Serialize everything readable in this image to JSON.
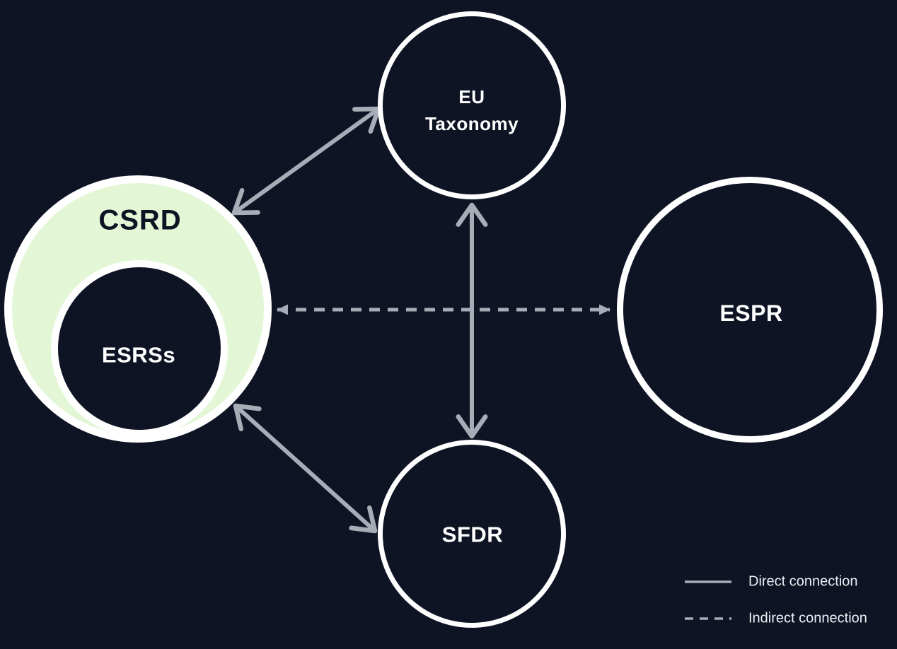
{
  "title": "EU sustainability regulations relationship diagram",
  "colors": {
    "background": "#0E1424",
    "circle_border": "#FFFFFF",
    "csrd_fill": "#E3F7D7",
    "node_fill": "#0E1424",
    "arrow": "#A8ACB6",
    "dark_text": "#0E1323",
    "light_text": "#FFFFFF"
  },
  "nodes": {
    "csrd": {
      "label": "CSRD"
    },
    "esrss": {
      "label": "ESRSs"
    },
    "eu_taxonomy": {
      "label": "EU\nTaxonomy"
    },
    "espr": {
      "label": "ESPR"
    },
    "sfdr": {
      "label": "SFDR"
    }
  },
  "connections": [
    {
      "from": "CSRD",
      "to": "EU Taxonomy",
      "type": "direct"
    },
    {
      "from": "EU Taxonomy",
      "to": "SFDR",
      "type": "direct"
    },
    {
      "from": "ESRSs",
      "to": "SFDR",
      "type": "direct"
    },
    {
      "from": "CSRD",
      "to": "ESPR",
      "type": "indirect"
    }
  ],
  "legend": {
    "direct_label": "Direct connection",
    "indirect_label": "Indirect connection"
  }
}
